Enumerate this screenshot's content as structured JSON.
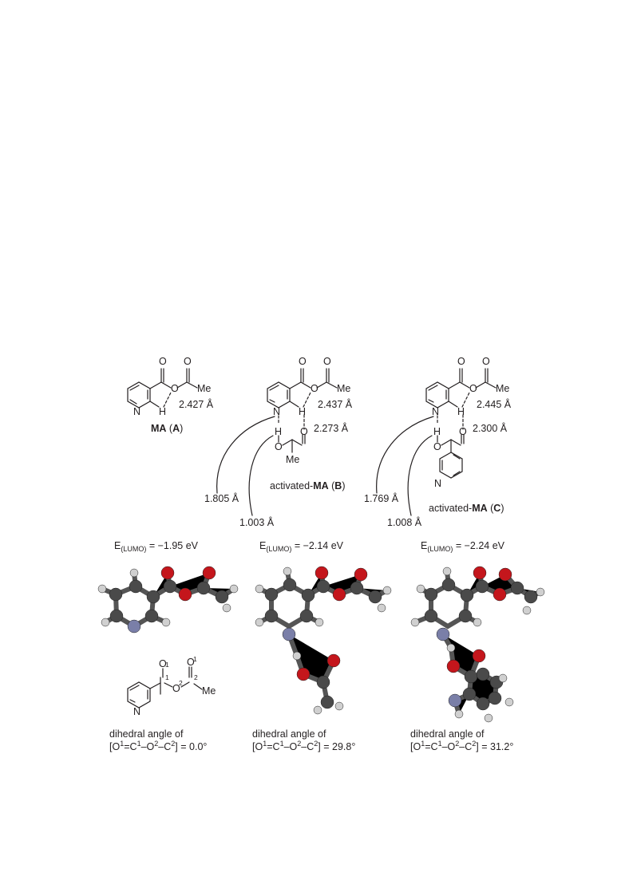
{
  "panels": [
    {
      "id": "A",
      "hbond_len": "2.427 Å",
      "name_bold": "MA",
      "name_tag": "A",
      "lumo_prefix": "E",
      "lumo_sub": "(LUMO)",
      "lumo_value": " = −1.95 eV",
      "dihedral_label": "dihedral angle of",
      "dihedral_value": "= 0.0°"
    },
    {
      "id": "B",
      "hbond_len_1": "2.437 Å",
      "hbond_len_2": "2.273 Å",
      "nh_len": "1.805 Å",
      "oh_len": "1.003 Å",
      "name_prefix": "activated-",
      "name_bold": "MA",
      "name_tag": "B",
      "lumo_prefix": "E",
      "lumo_sub": "(LUMO)",
      "lumo_value": " = −2.14 eV",
      "dihedral_label": "dihedral angle of",
      "dihedral_value": "= 29.8°"
    },
    {
      "id": "C",
      "hbond_len_1": "2.445 Å",
      "hbond_len_2": "2.300 Å",
      "nh_len": "1.769 Å",
      "oh_len": "1.008 Å",
      "name_prefix": "activated-",
      "name_bold": "MA",
      "name_tag": "C",
      "lumo_prefix": "E",
      "lumo_sub": "(LUMO)",
      "lumo_value": " = −2.24 eV",
      "dihedral_label": "dihedral angle of",
      "dihedral_value": "= 31.2°"
    }
  ],
  "atom_labels": {
    "O": "O",
    "N": "N",
    "H": "H",
    "C": "C",
    "Me": "Me"
  },
  "dihedral_def": {
    "o1": "O",
    "c1": "C",
    "o2": "O",
    "c2": "C",
    "sup1": "1",
    "sup2": "2",
    "eq": "=",
    "dash": "–",
    "open": "[",
    "close": "]"
  },
  "colors": {
    "carbon": "#4a4a4a",
    "oxygen": "#c4161c",
    "nitrogen": "#7a7fa8",
    "hydrogen": "#d0d0d0",
    "bond": "#231f20"
  }
}
